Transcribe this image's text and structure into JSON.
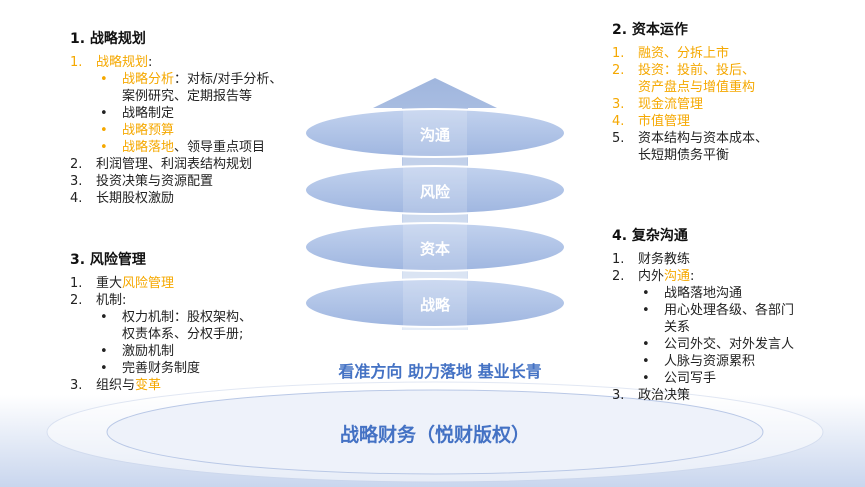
{
  "left_top": {
    "title": "1. 战略规划",
    "items": [
      {
        "n": "1.",
        "segs": [
          {
            "t": "战略规划",
            "hl": true
          },
          {
            "t": ":",
            "hl": false
          }
        ],
        "sub": [
          {
            "segs": [
              {
                "t": "战略分析",
                "hl": true
              },
              {
                "t": "：对标/对手分析、",
                "hl": false
              }
            ],
            "cont": "案例研究、定期报告等",
            "hlb": true
          },
          {
            "segs": [
              {
                "t": "战略制定",
                "hl": false
              }
            ],
            "hlb": false
          },
          {
            "segs": [
              {
                "t": "战略预算",
                "hl": true
              }
            ],
            "hlb": true
          },
          {
            "segs": [
              {
                "t": "战略落地",
                "hl": true
              },
              {
                "t": "、领导重点项目",
                "hl": false
              }
            ],
            "hlb": true
          }
        ]
      },
      {
        "n": "2.",
        "segs": [
          {
            "t": "利润管理、利润表结构规划",
            "hl": false
          }
        ]
      },
      {
        "n": "3.",
        "segs": [
          {
            "t": "投资决策与资源配置",
            "hl": false
          }
        ]
      },
      {
        "n": "4.",
        "segs": [
          {
            "t": "长期股权激励",
            "hl": false
          }
        ]
      }
    ]
  },
  "left_bottom": {
    "title": "3. 风险管理",
    "items": [
      {
        "n": "1.",
        "segs": [
          {
            "t": "重大",
            "hl": false
          },
          {
            "t": "风险管理",
            "hl": true
          }
        ]
      },
      {
        "n": "2.",
        "segs": [
          {
            "t": "机制:",
            "hl": false
          }
        ],
        "sub": [
          {
            "segs": [
              {
                "t": "权力机制：股权架构、",
                "hl": false
              }
            ],
            "cont": "权责体系、分权手册;",
            "hlb": false
          },
          {
            "segs": [
              {
                "t": "激励机制",
                "hl": false
              }
            ],
            "hlb": false
          },
          {
            "segs": [
              {
                "t": "完善财务制度",
                "hl": false
              }
            ],
            "hlb": false
          }
        ]
      },
      {
        "n": "3.",
        "segs": [
          {
            "t": "组织与",
            "hl": false
          },
          {
            "t": "变革",
            "hl": true
          }
        ]
      }
    ]
  },
  "right_top": {
    "title": "2. 资本运作",
    "items": [
      {
        "n": "1.",
        "segs": [
          {
            "t": "融资、分拆上市",
            "hl": true
          }
        ],
        "numhl": true
      },
      {
        "n": "2.",
        "segs": [
          {
            "t": "投资：投前、投后、",
            "hl": true
          }
        ],
        "cont": "资产盘点与增值重构",
        "conthl": true,
        "numhl": true
      },
      {
        "n": "3.",
        "segs": [
          {
            "t": "现金流管理",
            "hl": true
          }
        ],
        "numhl": true
      },
      {
        "n": "4.",
        "segs": [
          {
            "t": "市值管理",
            "hl": true
          }
        ],
        "numhl": true
      },
      {
        "n": "5.",
        "segs": [
          {
            "t": "资本结构与资本成本、",
            "hl": false
          }
        ],
        "cont": "长短期债务平衡",
        "conthl": false,
        "numhl": false
      }
    ]
  },
  "right_bottom": {
    "title": "4. 复杂沟通",
    "items": [
      {
        "n": "1.",
        "segs": [
          {
            "t": "财务教练",
            "hl": false
          }
        ]
      },
      {
        "n": "2.",
        "segs": [
          {
            "t": "内外",
            "hl": false
          },
          {
            "t": "沟通",
            "hl": true
          },
          {
            "t": ":",
            "hl": false
          }
        ],
        "sub": [
          {
            "segs": [
              {
                "t": "战略落地沟通",
                "hl": false
              }
            ],
            "hlb": false
          },
          {
            "segs": [
              {
                "t": "用心处理各级、各部门",
                "hl": false
              }
            ],
            "cont": "关系",
            "hlb": false
          },
          {
            "segs": [
              {
                "t": "公司外交、对外发言人",
                "hl": false
              }
            ],
            "hlb": false
          },
          {
            "segs": [
              {
                "t": "人脉与资源累积",
                "hl": false
              }
            ],
            "hlb": false
          },
          {
            "segs": [
              {
                "t": "公司写手",
                "hl": false
              }
            ],
            "hlb": false
          }
        ]
      },
      {
        "n": "3.",
        "segs": [
          {
            "t": "政治决策",
            "hl": false
          }
        ]
      }
    ]
  },
  "layers": [
    "沟通",
    "风险",
    "资本",
    "战略"
  ],
  "slogan": "看准方向 助力落地 基业长青",
  "base_title": "战略财务（悦财版权）",
  "colors": {
    "accent_orange": "#f5a800",
    "accent_blue": "#4472c4",
    "layer_fill": "#b4c7e7"
  }
}
